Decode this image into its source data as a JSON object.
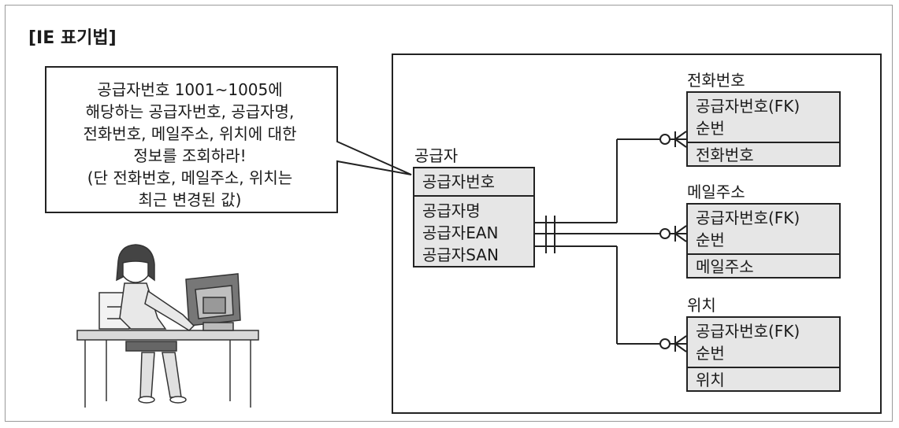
{
  "title": "[IE 표기법]",
  "callout": {
    "lines": [
      "공급자번호 1001~1005에",
      "해당하는 공급자번호, 공급자명,",
      "전화번호, 메일주소, 위치에 대한",
      "정보를 조회하라!",
      "(단 전화번호, 메일주소, 위치는",
      "최근 변경된 값)"
    ]
  },
  "supplier": {
    "name": "공급자",
    "pk": "공급자번호",
    "attrs": [
      "공급자명",
      "공급자EAN",
      "공급자SAN"
    ]
  },
  "phone": {
    "name": "전화번호",
    "pk": [
      "공급자번호(FK)",
      "순번"
    ],
    "attr": "전화번호"
  },
  "email": {
    "name": "메일주소",
    "pk": [
      "공급자번호(FK)",
      "순번"
    ],
    "attr": "메일주소"
  },
  "location": {
    "name": "위치",
    "pk": [
      "공급자번호(FK)",
      "순번"
    ],
    "attr": "위치"
  }
}
